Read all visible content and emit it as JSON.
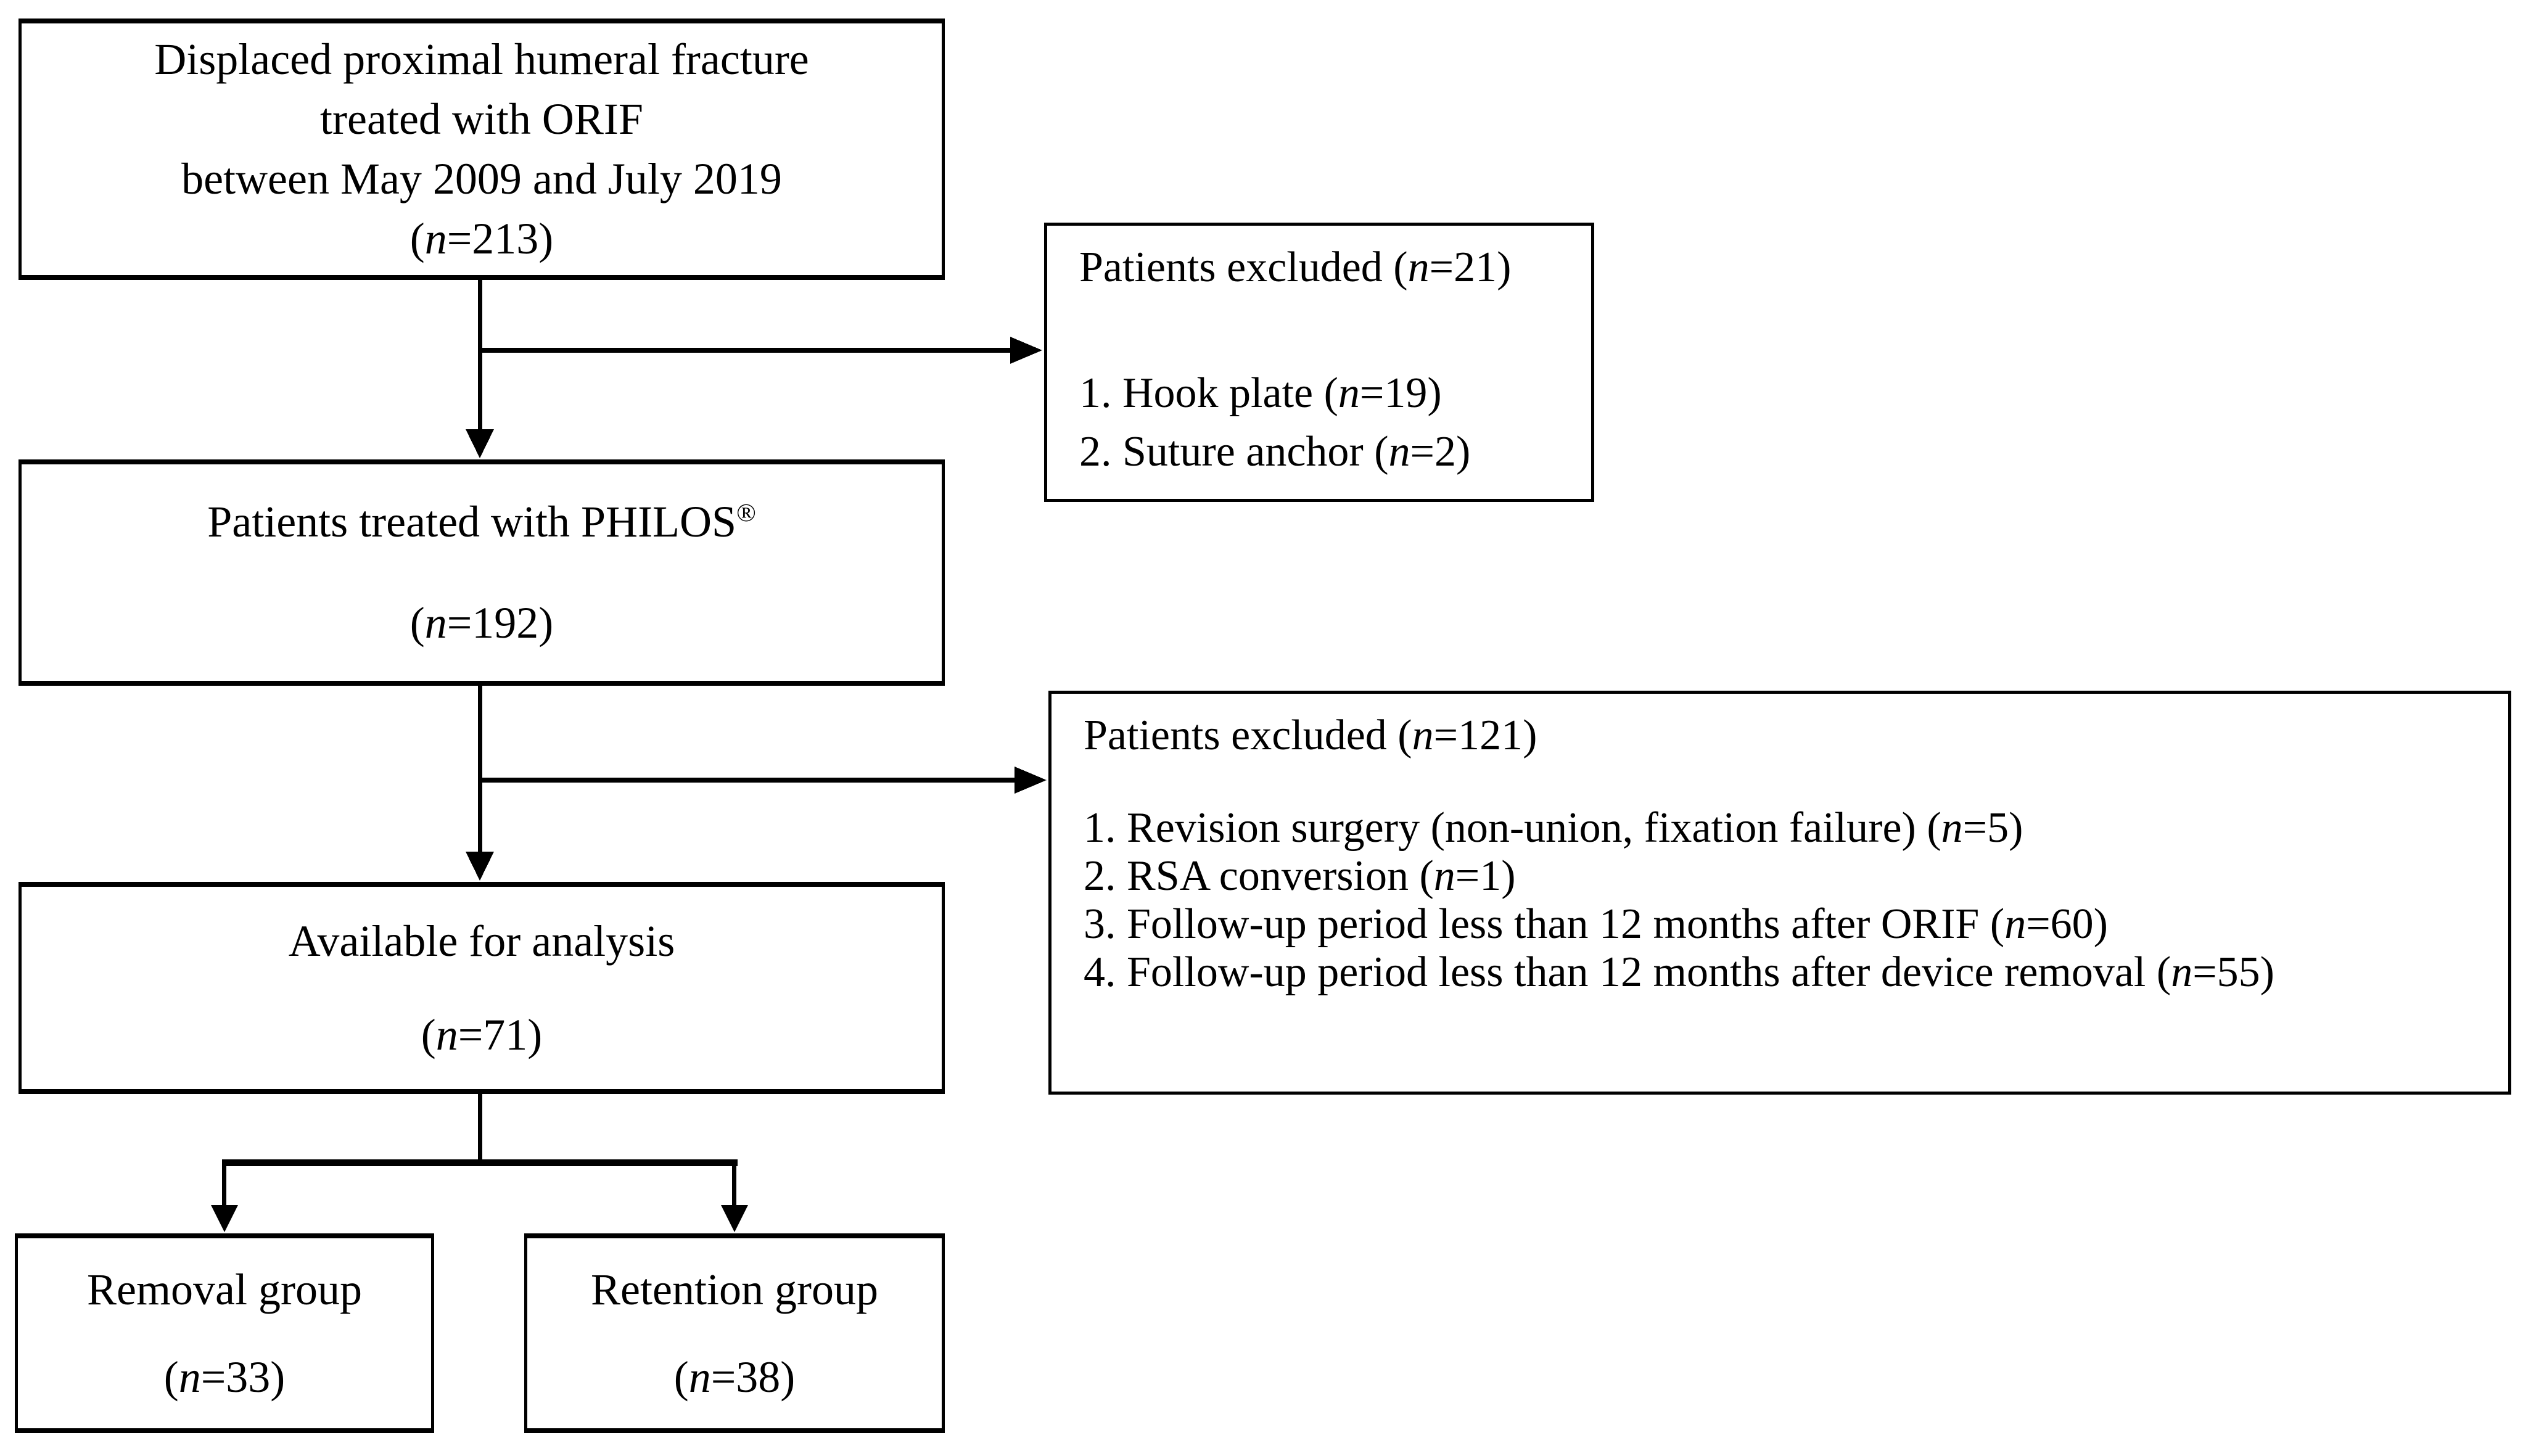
{
  "diagram": {
    "colors": {
      "background": "#ffffff",
      "line": "#000000",
      "text": "#000000"
    },
    "box1": {
      "lines": [
        "Displaced proximal humeral fracture",
        "treated with ORIF",
        "between May 2009 and July 2019",
        "(n=213)"
      ]
    },
    "excluded1": {
      "title": "Patients excluded (n=21)",
      "items": [
        "1. Hook plate (n=19)",
        "2. Suture anchor (n=2)"
      ]
    },
    "box2": {
      "title": "Patients treated with PHILOS®",
      "count": "(n=192)"
    },
    "excluded2": {
      "title": "Patients excluded (n=121)",
      "items": [
        "1. Revision surgery (non-union, fixation failure) (n=5)",
        "2. RSA conversion (n=1)",
        "3. Follow-up period less than 12 months after ORIF (n=60)",
        "4. Follow-up period less than 12 months after device removal (n=55)"
      ]
    },
    "box3": {
      "title": "Available for analysis",
      "count": "(n=71)"
    },
    "removal": {
      "title": "Removal group",
      "count": "(n=33)"
    },
    "retention": {
      "title": "Retention group",
      "count": "(n=38)"
    }
  }
}
